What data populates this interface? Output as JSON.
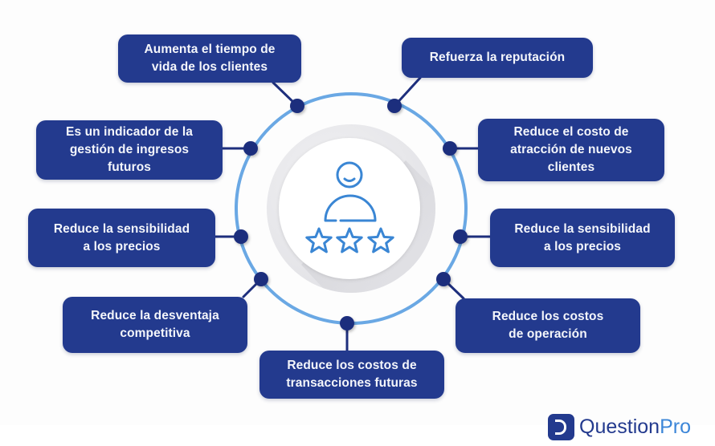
{
  "diagram": {
    "center_icon": "satisfied-customer-rating-icon",
    "benefits": [
      {
        "text": "Aumenta el tiempo de\nvida de los clientes"
      },
      {
        "text": "Refuerza la reputación"
      },
      {
        "text": "Es un indicador de la\ngestión de ingresos\nfuturos"
      },
      {
        "text": "Reduce el costo de\natracción de nuevos\nclientes"
      },
      {
        "text": "Reduce la sensibilidad\na los precios"
      },
      {
        "text": "Reduce la sensibilidad\na los precios"
      },
      {
        "text": "Reduce la desventaja\ncompetitiva"
      },
      {
        "text": "Reduce los costos\nde operación"
      },
      {
        "text": "Reduce los costos de\ntransacciones futuras"
      }
    ]
  },
  "logo": {
    "icon": "questionpro-logo-icon",
    "brand_primary": "Question",
    "brand_accent": "Pro"
  },
  "colors": {
    "card_navy": "#233a8e",
    "node_navy": "#1e2f7d",
    "ring_blue": "#6aa8e4",
    "icon_blue": "#3a86d4",
    "center_grey": "#e9e9ec"
  }
}
